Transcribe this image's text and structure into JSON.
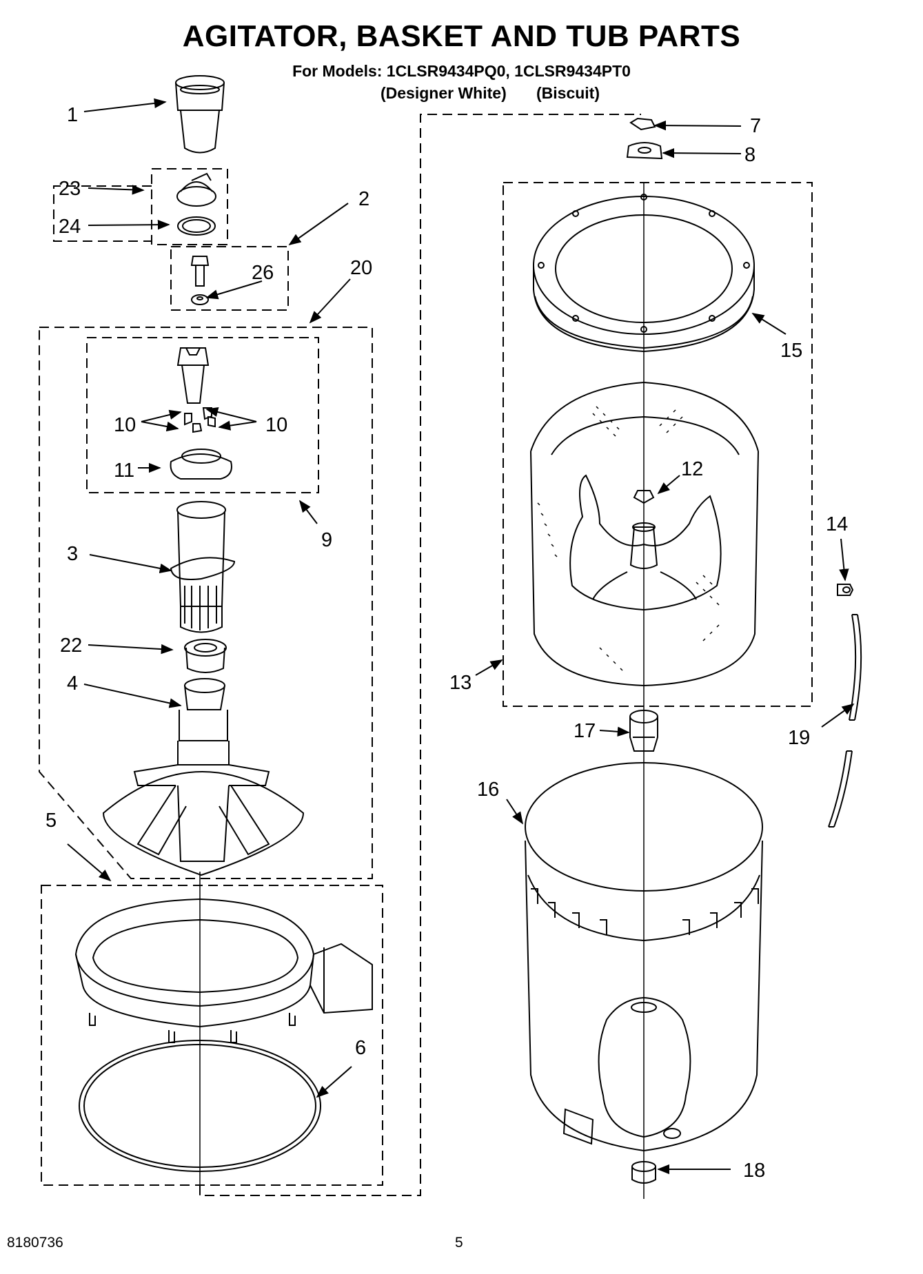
{
  "header": {
    "title": "AGITATOR, BASKET AND TUB PARTS",
    "models_line": "For Models: 1CLSR9434PQ0, 1CLSR9434PT0",
    "variant_1": "(Designer White)",
    "variant_2": "(Biscuit)"
  },
  "callouts": {
    "p1": "1",
    "p2": "2",
    "p3": "3",
    "p4": "4",
    "p5": "5",
    "p6": "6",
    "p7": "7",
    "p8": "8",
    "p9": "9",
    "p10a": "10",
    "p10b": "10",
    "p11": "11",
    "p12": "12",
    "p13": "13",
    "p14": "14",
    "p15": "15",
    "p16": "16",
    "p17": "17",
    "p18": "18",
    "p19": "19",
    "p20": "20",
    "p22": "22",
    "p23": "23",
    "p24": "24",
    "p26": "26"
  },
  "footer": {
    "doc_number": "8180736",
    "page_number": "5"
  }
}
